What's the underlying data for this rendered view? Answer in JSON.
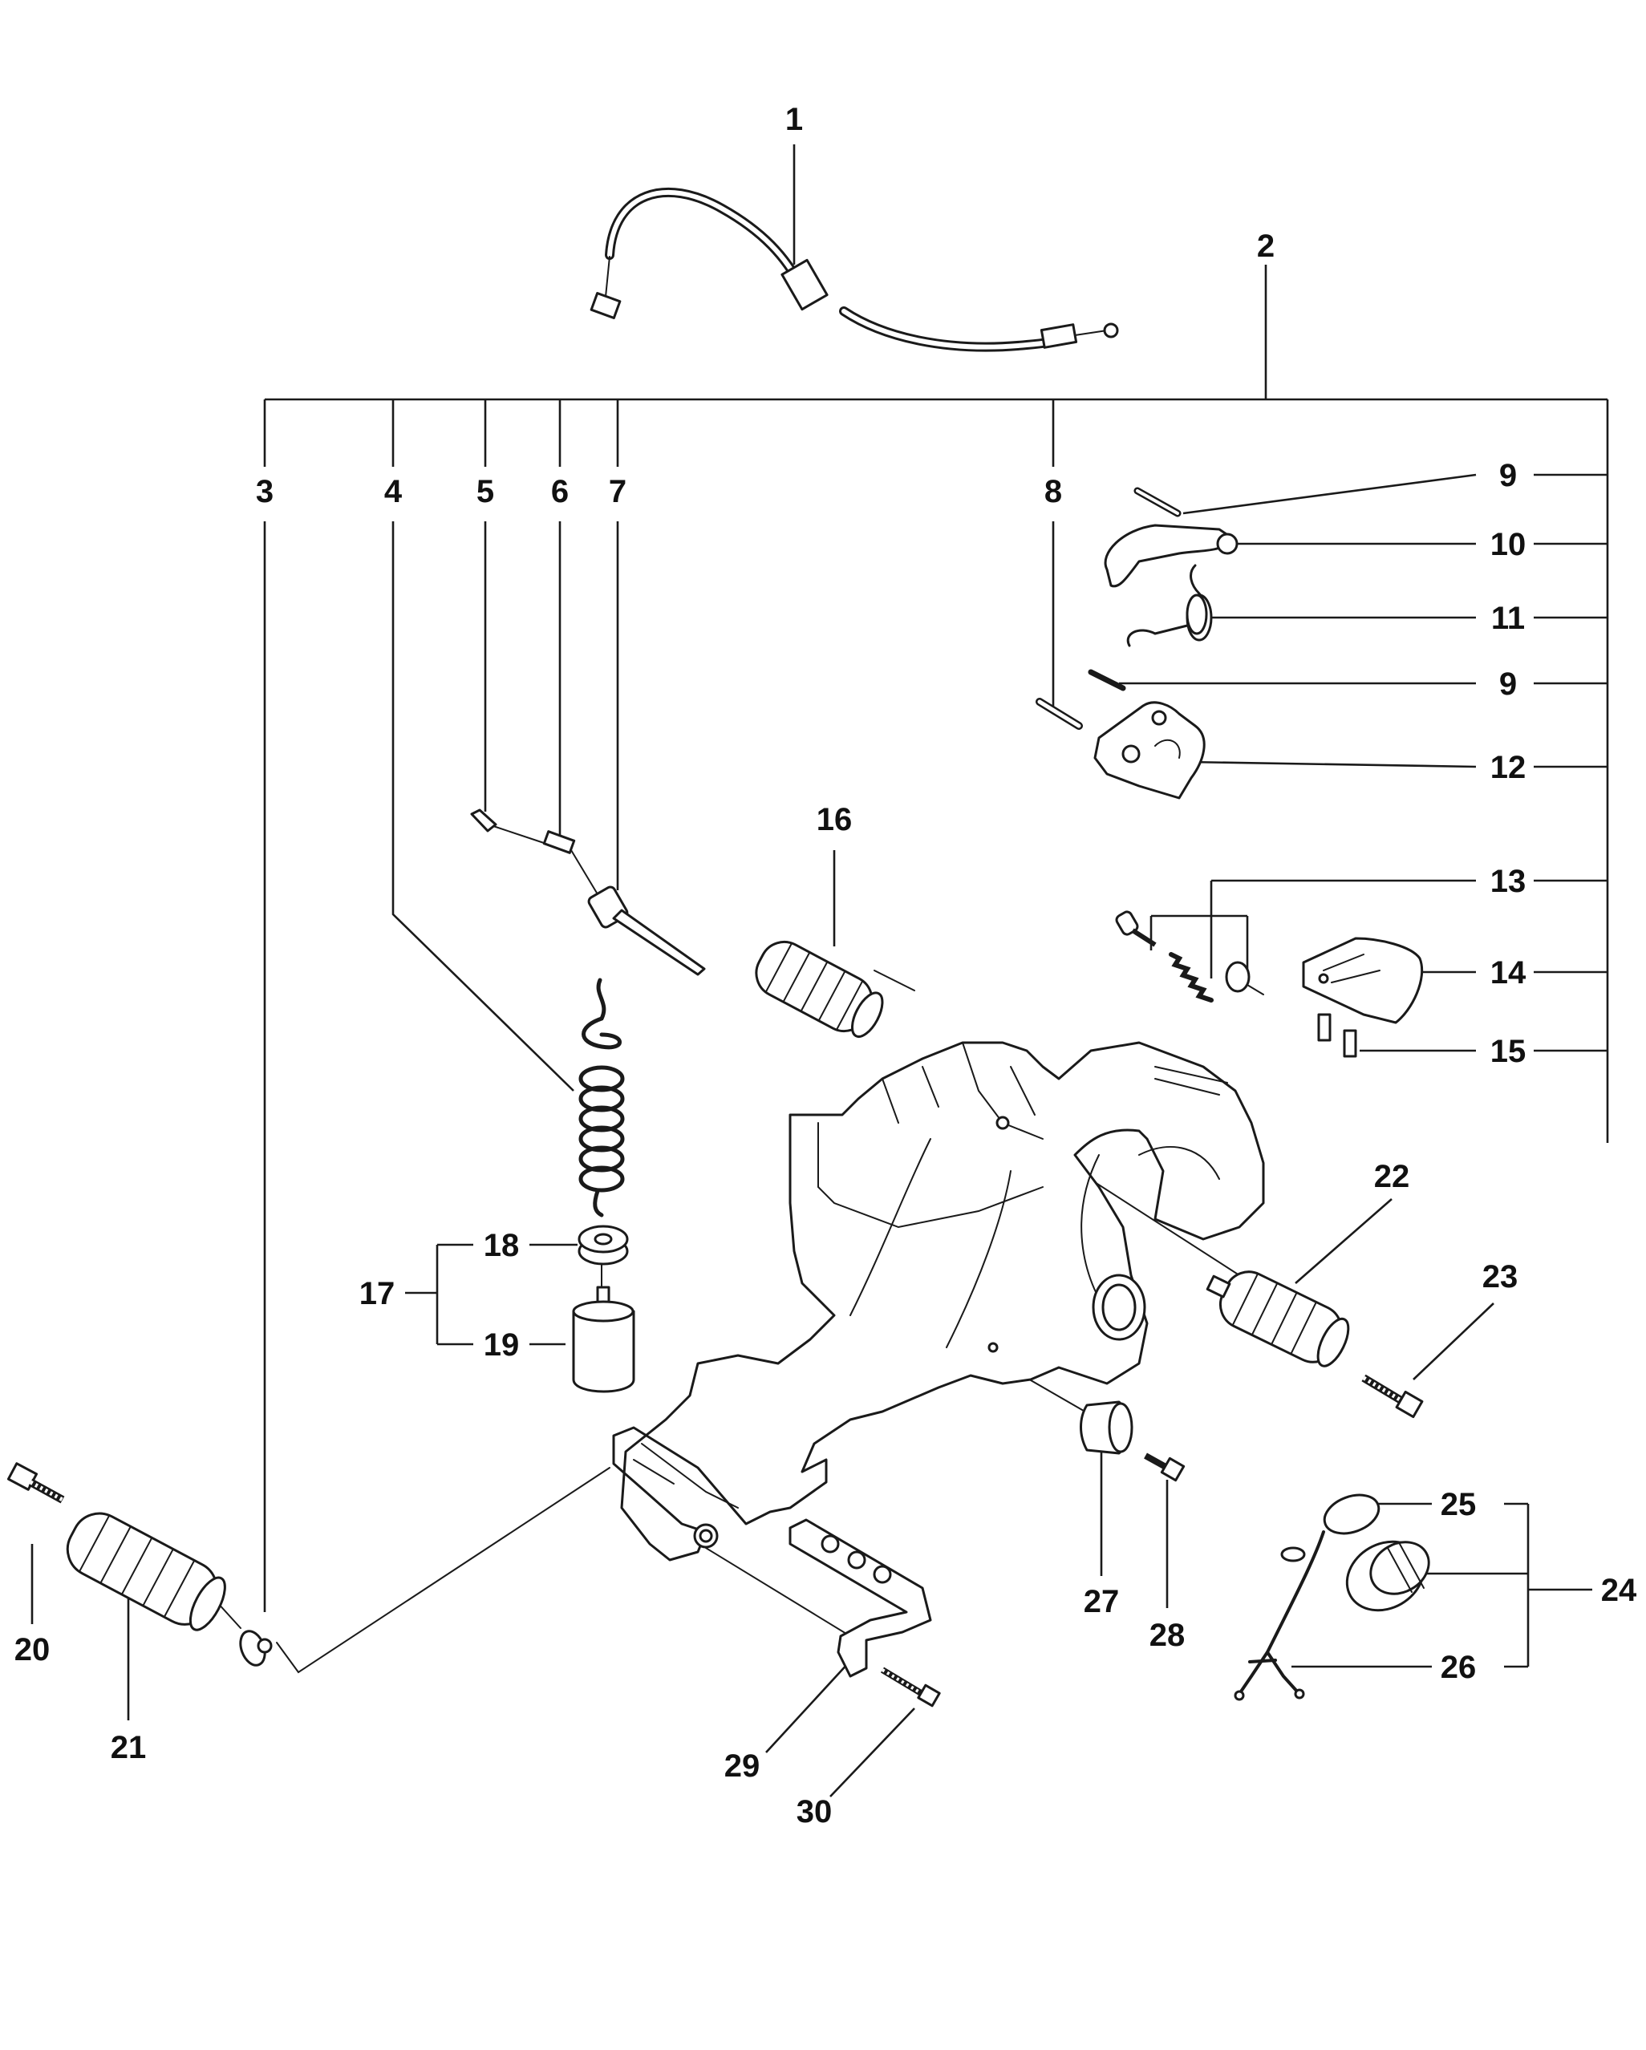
{
  "callouts": [
    {
      "id": "c1",
      "text": "1"
    },
    {
      "id": "c2",
      "text": "2"
    },
    {
      "id": "c3",
      "text": "3"
    },
    {
      "id": "c4",
      "text": "4"
    },
    {
      "id": "c5",
      "text": "5"
    },
    {
      "id": "c6",
      "text": "6"
    },
    {
      "id": "c7",
      "text": "7"
    },
    {
      "id": "c8",
      "text": "8"
    },
    {
      "id": "c9a",
      "text": "9"
    },
    {
      "id": "c10",
      "text": "10"
    },
    {
      "id": "c11",
      "text": "11"
    },
    {
      "id": "c9b",
      "text": "9"
    },
    {
      "id": "c12",
      "text": "12"
    },
    {
      "id": "c13",
      "text": "13"
    },
    {
      "id": "c14",
      "text": "14"
    },
    {
      "id": "c15",
      "text": "15"
    },
    {
      "id": "c16",
      "text": "16"
    },
    {
      "id": "c17",
      "text": "17"
    },
    {
      "id": "c18",
      "text": "18"
    },
    {
      "id": "c19",
      "text": "19"
    },
    {
      "id": "c20",
      "text": "20"
    },
    {
      "id": "c21",
      "text": "21"
    },
    {
      "id": "c22",
      "text": "22"
    },
    {
      "id": "c23",
      "text": "23"
    },
    {
      "id": "c24",
      "text": "24"
    },
    {
      "id": "c25",
      "text": "25"
    },
    {
      "id": "c26",
      "text": "26"
    },
    {
      "id": "c27",
      "text": "27"
    },
    {
      "id": "c28",
      "text": "28"
    },
    {
      "id": "c29",
      "text": "29"
    },
    {
      "id": "c30",
      "text": "30"
    }
  ]
}
